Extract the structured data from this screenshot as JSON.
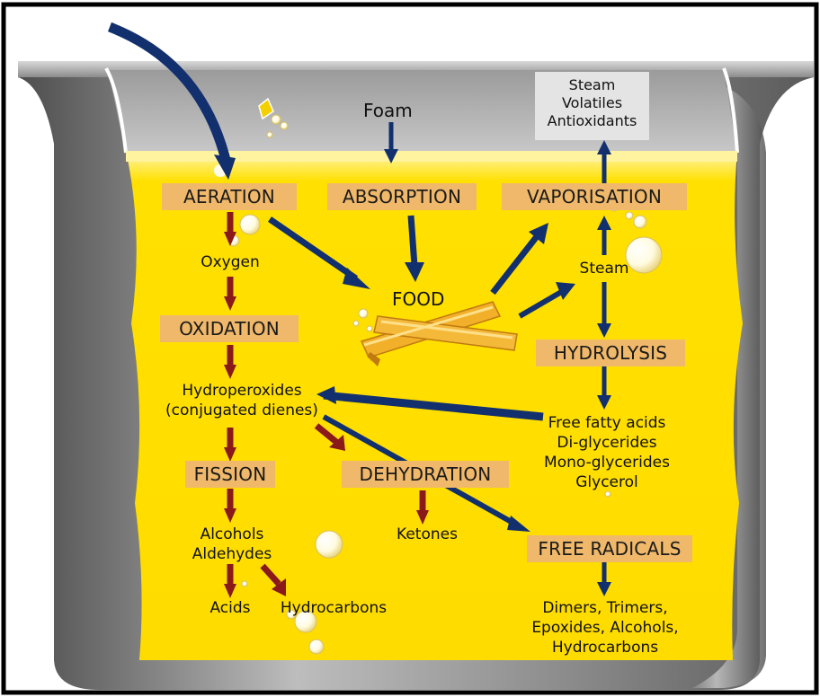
{
  "top_box": {
    "lines": [
      "Steam",
      "Volatiles",
      "Antioxidants"
    ]
  },
  "foam": "Foam",
  "food": "FOOD",
  "processes": {
    "aeration": "AERATION",
    "absorption": "ABSORPTION",
    "vaporisation": "VAPORISATION",
    "oxidation": "OXIDATION",
    "hydrolysis": "HYDROLYSIS",
    "fission": "FISSION",
    "dehydration": "DEHYDRATION",
    "free_radicals": "FREE RADICALS"
  },
  "products": {
    "oxygen": "Oxygen",
    "steam": "Steam",
    "hydroperoxides": [
      "Hydroperoxides",
      "(conjugated dienes)"
    ],
    "hydrolysis_products": [
      "Free fatty acids",
      "Di-glycerides",
      "Mono-glycerides",
      "Glycerol"
    ],
    "fission_products": [
      "Alcohols",
      "Aldehydes"
    ],
    "ketones": "Ketones",
    "acids": "Acids",
    "hydrocarbons": "Hydrocarbons",
    "radical_products": [
      "Dimers, Trimers,",
      "Epoxides, Alcohols,",
      "Hydrocarbons"
    ]
  },
  "colors": {
    "oil": "#ffe000",
    "oil_light": "#fff6b0",
    "label_box": "#f0b86a",
    "blue_arrow": "#12306e",
    "red_arrow": "#8a1a1a",
    "pot_grey": "#9a9a9a",
    "fries": "#f2b02a"
  }
}
